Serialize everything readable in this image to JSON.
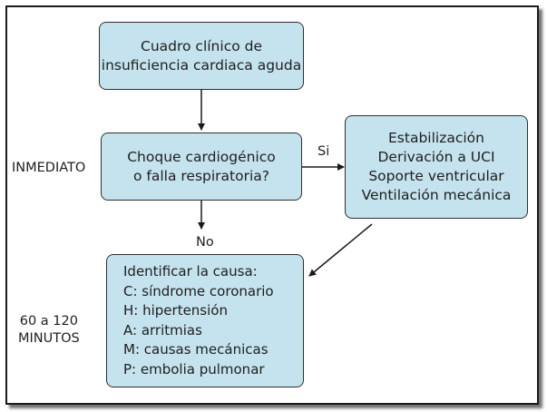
{
  "diagram": {
    "start": {
      "lines": [
        "Cuadro clínico de",
        "insuficiencia cardiaca aguda"
      ]
    },
    "decision": {
      "lines": [
        "Choque cardiogénico",
        "o falla respiratoria?"
      ]
    },
    "stabilize": {
      "lines": [
        "Estabilización",
        "Derivación a UCI",
        "Soporte ventricular",
        "Ventilación mecánica"
      ]
    },
    "cause": {
      "lines": [
        "Identificar la causa:",
        "C: síndrome coronario",
        "H: hipertensión",
        "A: arritmias",
        "M: causas mecánicas",
        "P: embolia pulmonar"
      ]
    },
    "edge_yes": "Si",
    "edge_no": "No",
    "time_immediate": "INMEDIATO",
    "time_later": [
      "60 a 120",
      "MINUTOS"
    ],
    "colors": {
      "box_fill": "#c5e3ee",
      "box_border": "#2f2f2f",
      "arrow": "#1a1a1a"
    }
  }
}
